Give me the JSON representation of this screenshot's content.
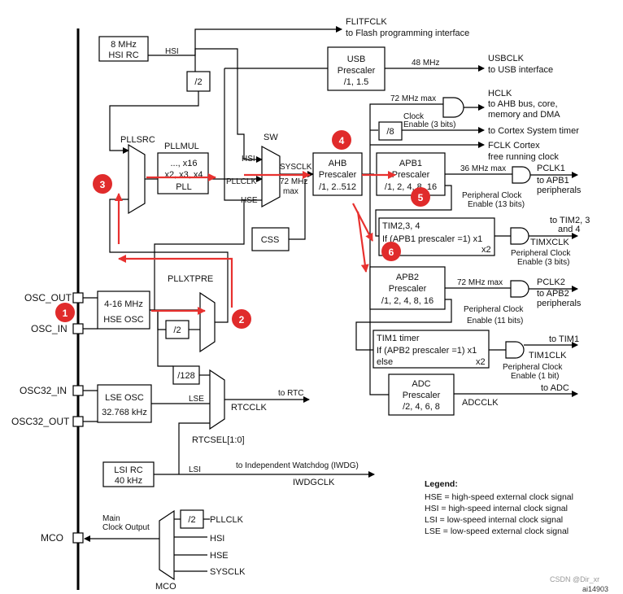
{
  "blocks": {
    "hsi_rc": [
      "8 MHz",
      "HSI RC"
    ],
    "usb_prescaler": [
      "USB",
      "Prescaler",
      "/1, 1.5"
    ],
    "pll": [
      "..., x16",
      "x2, x3, x4",
      "PLL"
    ],
    "ahb_prescaler": [
      "AHB",
      "Prescaler",
      "/1, 2..512"
    ],
    "apb1_prescaler": [
      "APB1",
      "Prescaler",
      "/1, 2, 4, 8, 16"
    ],
    "apb2_prescaler": [
      "APB2",
      "Prescaler",
      "/1, 2, 4, 8, 16"
    ],
    "adc_prescaler": [
      "ADC",
      "Prescaler",
      "/2, 4, 6, 8"
    ],
    "hse_osc": [
      "4-16 MHz",
      "HSE OSC"
    ],
    "lse_osc": [
      "LSE OSC",
      "32.768 kHz"
    ],
    "lsi_rc": [
      "LSI RC",
      "40 kHz"
    ],
    "css": "CSS",
    "div2_a": "/2",
    "div2_b": "/2",
    "div2_mco": "/2",
    "div8": "/8",
    "div128": "/128",
    "tim234": [
      "TIM2,3, 4",
      "If (APB1 prescaler =1) x1",
      "else",
      "x2"
    ],
    "tim1": [
      "TIM1 timer",
      "If (APB2 prescaler =1) x1",
      "else",
      "x2"
    ]
  },
  "labels": {
    "flitfclk": "FLITFCLK",
    "flitfclk_desc": "to Flash programming interface",
    "hsi_wire": "HSI",
    "mhz48": "48 MHz",
    "usbclk": "USBCLK",
    "usbclk_desc": "to USB interface",
    "mhz72max_hclk": "72 MHz max",
    "hclk": "HCLK",
    "hclk_desc1": "to AHB bus, core,",
    "hclk_desc2": "memory and DMA",
    "clock_enable": "Clock",
    "clock_enable2": "Enable (3 bits)",
    "cortex_timer": "to Cortex System timer",
    "fclk": "FCLK Cortex",
    "fclk_desc": "free running clock",
    "pllsrc": "PLLSRC",
    "pllmul": "PLLMUL",
    "sw": "SW",
    "hsi_sw": "HSI",
    "pllclk_sw": "PLLCLK",
    "hse_sw": "HSE",
    "sysclk": "SYSCLK",
    "sysclk_72": "72 MHz",
    "sysclk_max": "max",
    "mhz36max": "36 MHz max",
    "pclk1": "PCLK1",
    "pclk1_desc1": "to APB1",
    "pclk1_desc2": "peripherals",
    "periph_clk_en13_1": "Peripheral Clock",
    "periph_clk_en13_2": "Enable (13 bits)",
    "to_tim234_1": "to TIM2, 3",
    "to_tim234_2": "and 4",
    "timxclk": "TIMXCLK",
    "periph_clk_en3_1": "Peripheral Clock",
    "periph_clk_en3_2": "Enable (3 bits)",
    "pllxtpre": "PLLXTPRE",
    "mhz72max_pclk2": "72 MHz max",
    "pclk2": "PCLK2",
    "pclk2_desc1": "to APB2",
    "pclk2_desc2": "peripherals",
    "periph_clk_en11_1": "Peripheral Clock",
    "periph_clk_en11_2": "Enable (11 bits)",
    "to_tim1": "to TIM1",
    "tim1clk": "TIM1CLK",
    "periph_clk_en1_1": "Peripheral Clock",
    "periph_clk_en1_2": "Enable (1 bit)",
    "to_adc": "to ADC",
    "adcclk": "ADCCLK",
    "osc_out": "OSC_OUT",
    "osc_in": "OSC_IN",
    "osc32_in": "OSC32_IN",
    "osc32_out": "OSC32_OUT",
    "lse_wire": "LSE",
    "to_rtc": "to RTC",
    "rtcclk": "RTCCLK",
    "rtcsel": "RTCSEL[1:0]",
    "lsi_wire": "LSI",
    "to_iwdg": "to Independent Watchdog (IWDG)",
    "iwdgclk": "IWDGCLK",
    "mco_main1": "Main",
    "mco_main2": "Clock Output",
    "mco": "MCO",
    "mco_mux": "MCO",
    "mco_pllclk": "PLLCLK",
    "mco_hsi": "HSI",
    "mco_hse": "HSE",
    "mco_sysclk": "SYSCLK",
    "watermark": "CSDN @Dir_xr",
    "ref": "ai14903"
  },
  "legend": {
    "title": "Legend:",
    "items": [
      "HSE = high-speed external clock signal",
      "HSI = high-speed internal clock signal",
      "LSI = low-speed internal clock signal",
      "LSE = low-speed external clock signal"
    ]
  },
  "badges": [
    "1",
    "2",
    "3",
    "4",
    "5",
    "6"
  ],
  "colors": {
    "annotation": "#e8312f",
    "badge": "#e02b2b",
    "line": "#000000"
  }
}
